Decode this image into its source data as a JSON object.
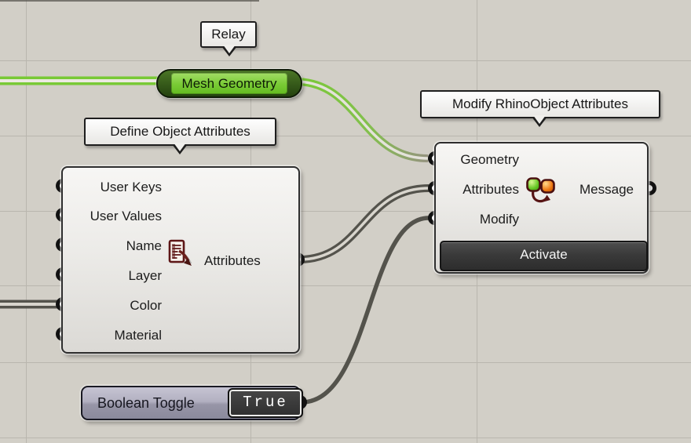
{
  "canvas": {
    "bg": "#d2cfc7",
    "grid_color": "#b9b6ae"
  },
  "tooltips": {
    "relay": "Relay",
    "define": "Define Object Attributes",
    "modify": "Modify RhinoObject Attributes"
  },
  "relay": {
    "label": "Mesh Geometry",
    "fill": "#77ca35"
  },
  "define": {
    "inputs": [
      "User Keys",
      "User Values",
      "Name",
      "Layer",
      "Color",
      "Material"
    ],
    "output": "Attributes",
    "icon": "document-export-icon"
  },
  "modify": {
    "inputs": [
      "Geometry",
      "Attributes",
      "Modify"
    ],
    "output": "Message",
    "button": "Activate",
    "icon": "attribute-swap-icon"
  },
  "toggle": {
    "label": "Boolean Toggle",
    "value": "True"
  },
  "wires": {
    "green": "#79c936",
    "gray": "#54534c"
  }
}
